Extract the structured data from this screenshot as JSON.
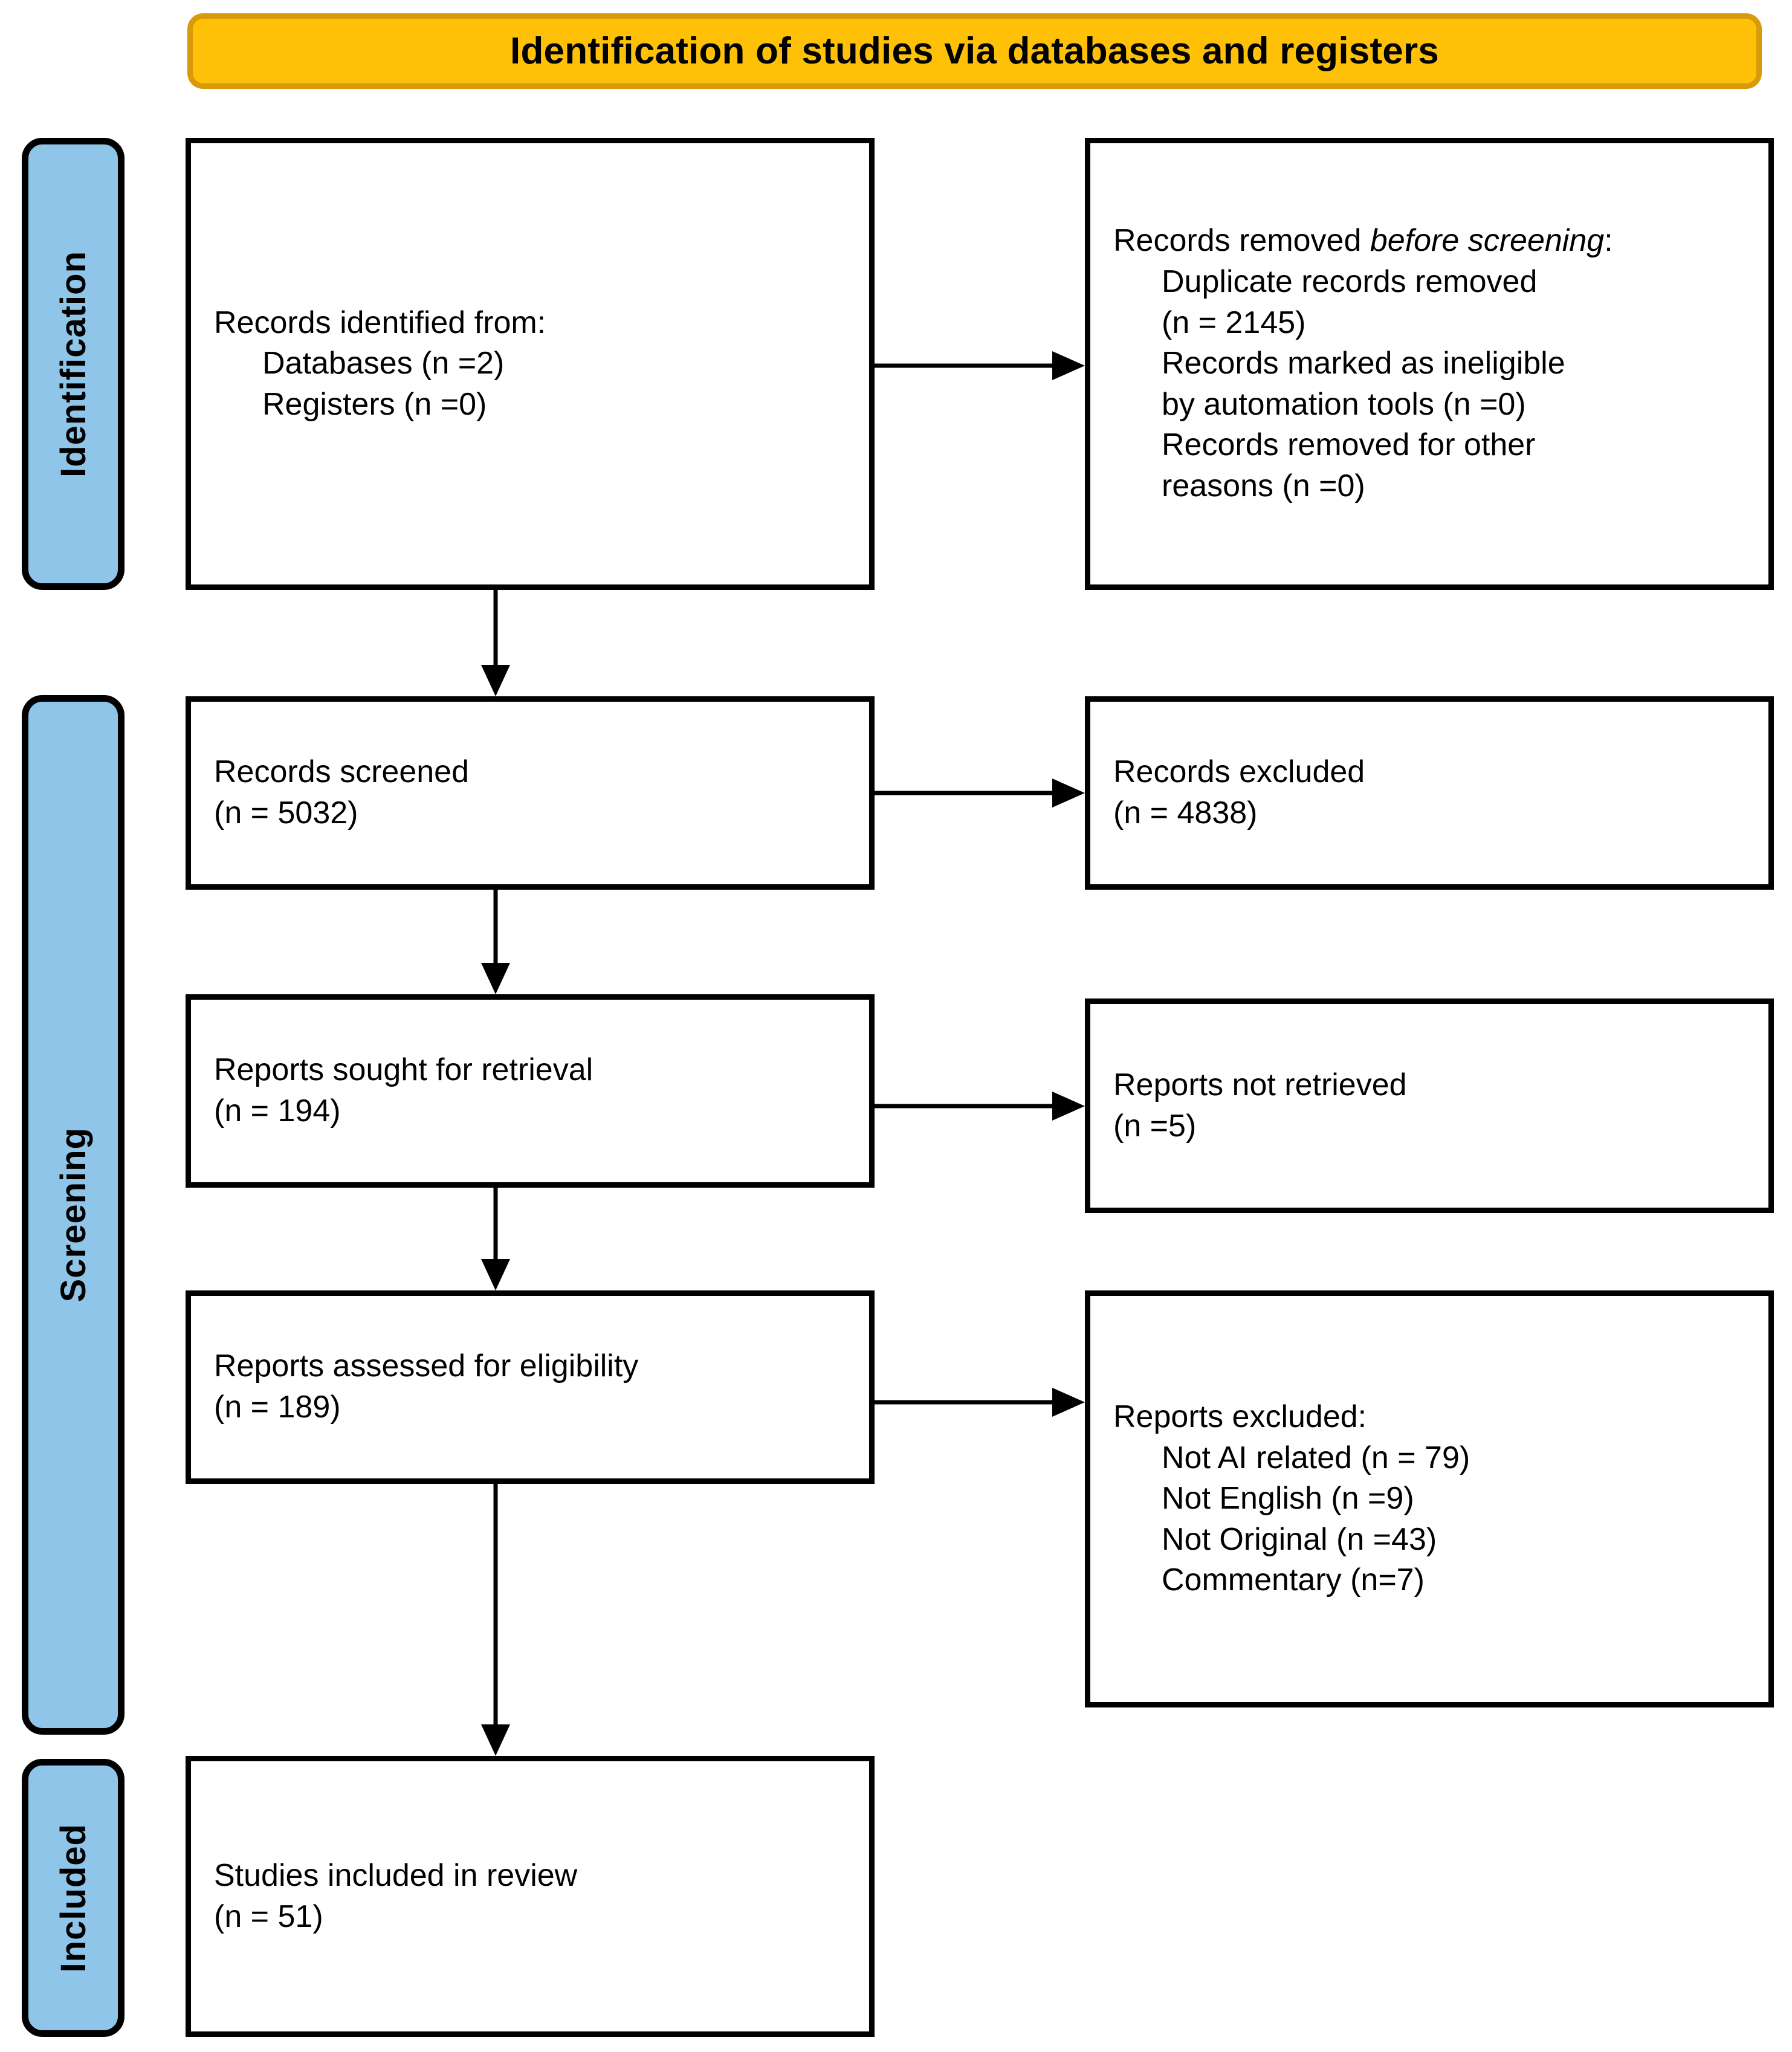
{
  "banner": {
    "title": "Identification of studies via databases and registers",
    "fill": "#FFC107",
    "border": "#D79A0A"
  },
  "phases": [
    {
      "id": "identification",
      "label": "Identification",
      "fill": "#8FC5E8"
    },
    {
      "id": "screening",
      "label": "Screening",
      "fill": "#8FC5E8"
    },
    {
      "id": "included",
      "label": "Included",
      "fill": "#8FC5E8"
    }
  ],
  "boxes": {
    "identified": {
      "line1": "Records identified from:",
      "line2": "Databases (n =2)",
      "line3": "Registers (n =0)"
    },
    "removed_before": {
      "heading_pre": "Records removed ",
      "heading_em": "before screening",
      "heading_post": ":",
      "item1": "Duplicate records removed",
      "item2": "(n = 2145)",
      "item3": "Records marked as ineligible",
      "item4": "by automation tools (n =0)",
      "item5": "Records removed for other",
      "item6": "reasons (n =0)"
    },
    "screened": {
      "line1": "Records screened",
      "line2": "(n = 5032)"
    },
    "records_excluded": {
      "line1": "Records excluded",
      "line2": "(n = 4838)"
    },
    "sought": {
      "line1": "Reports sought for retrieval",
      "line2": "(n = 194)"
    },
    "not_retrieved": {
      "line1": "Reports not retrieved",
      "line2": "(n =5)"
    },
    "assessed": {
      "line1": "Reports assessed for eligibility",
      "line2": "(n = 189)"
    },
    "reports_excluded": {
      "heading": "Reports excluded:",
      "item1": "Not AI related (n = 79)",
      "item2": "Not English (n =9)",
      "item3": "Not Original (n =43)",
      "item4": "Commentary (n=7)"
    },
    "included": {
      "line1": "Studies included in review",
      "line2": "(n = 51)"
    }
  },
  "chart_data": {
    "type": "diagram",
    "title": "Identification of studies via databases and registers",
    "nodes": [
      {
        "id": "identified",
        "phase": "Identification",
        "column": "left",
        "label": "Records identified from: Databases (n =2), Registers (n =0)",
        "values": {
          "Databases": 2,
          "Registers": 0
        }
      },
      {
        "id": "removed_before",
        "phase": "Identification",
        "column": "right",
        "label": "Records removed before screening",
        "values": {
          "Duplicate records removed": 2145,
          "Records marked as ineligible by automation tools": 0,
          "Records removed for other reasons": 0
        }
      },
      {
        "id": "screened",
        "phase": "Screening",
        "column": "left",
        "label": "Records screened",
        "value": 5032
      },
      {
        "id": "records_excluded",
        "phase": "Screening",
        "column": "right",
        "label": "Records excluded",
        "value": 4838
      },
      {
        "id": "sought",
        "phase": "Screening",
        "column": "left",
        "label": "Reports sought for retrieval",
        "value": 194
      },
      {
        "id": "not_retrieved",
        "phase": "Screening",
        "column": "right",
        "label": "Reports not retrieved",
        "value": 5
      },
      {
        "id": "assessed",
        "phase": "Screening",
        "column": "left",
        "label": "Reports assessed for eligibility",
        "value": 189
      },
      {
        "id": "reports_excluded",
        "phase": "Screening",
        "column": "right",
        "label": "Reports excluded",
        "values": {
          "Not AI related": 79,
          "Not English": 9,
          "Not Original": 43,
          "Commentary": 7
        }
      },
      {
        "id": "included",
        "phase": "Included",
        "column": "left",
        "label": "Studies included in review",
        "value": 51
      }
    ],
    "edges": [
      {
        "from": "identified",
        "to": "removed_before",
        "direction": "right"
      },
      {
        "from": "identified",
        "to": "screened",
        "direction": "down"
      },
      {
        "from": "screened",
        "to": "records_excluded",
        "direction": "right"
      },
      {
        "from": "screened",
        "to": "sought",
        "direction": "down"
      },
      {
        "from": "sought",
        "to": "not_retrieved",
        "direction": "right"
      },
      {
        "from": "sought",
        "to": "assessed",
        "direction": "down"
      },
      {
        "from": "assessed",
        "to": "reports_excluded",
        "direction": "right"
      },
      {
        "from": "assessed",
        "to": "included",
        "direction": "down"
      }
    ]
  }
}
